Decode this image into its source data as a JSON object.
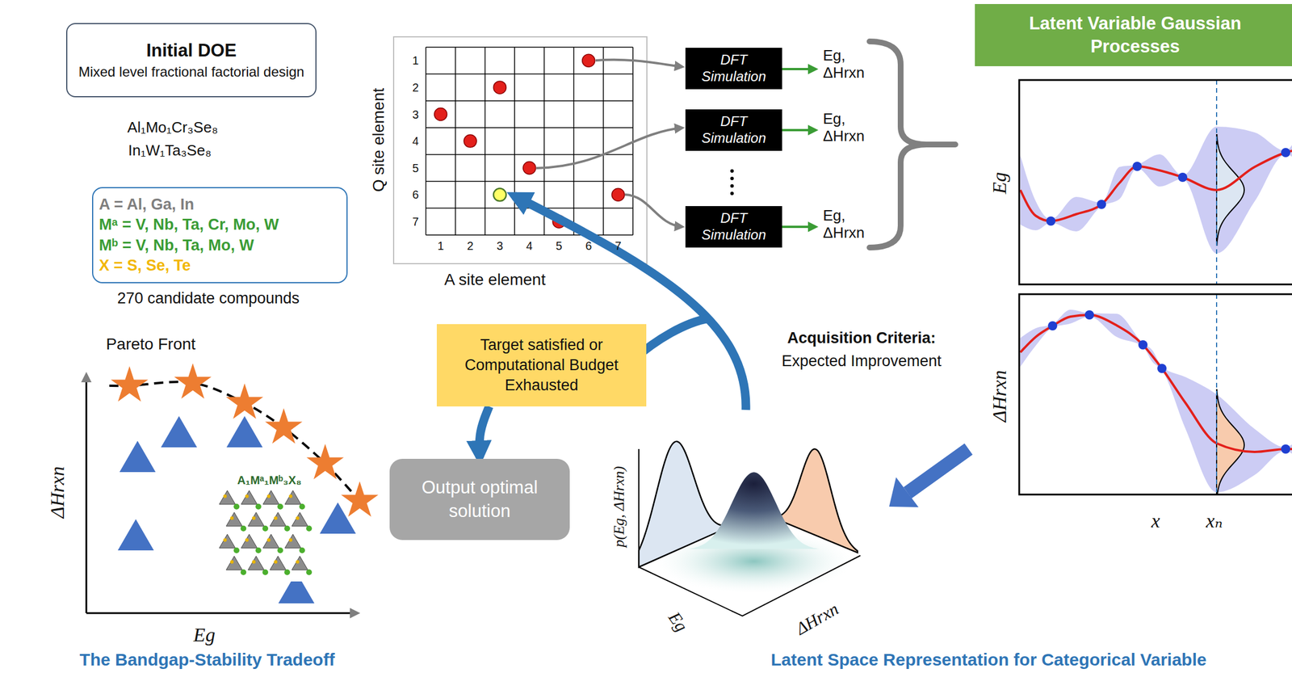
{
  "diagram": {
    "nodes": [
      {
        "text": [
          "Initial DOE",
          "Mixed level fractional factorial design"
        ]
      },
      {
        "text": [
          "A = Al, Ga, In",
          "Mᵃ = V, Nb, Ta, Cr, Mo, W",
          "Mᵇ = V, Nb, Ta, Mo, W",
          "X = S, Se, Te"
        ]
      },
      {
        "text": [
          "DFT Simulation"
        ]
      },
      {
        "text": [
          "DFT Simulation"
        ]
      },
      {
        "text": [
          "DFT Simulation"
        ]
      },
      {
        "text": [
          "Latent Variable Gaussian Processes"
        ]
      },
      {
        "text": [
          "Target satisfied or Computational Budget Exhausted"
        ]
      },
      {
        "text": [
          "Output optimal solution"
        ]
      }
    ],
    "edges": [
      {
        "from": 6,
        "to": 7,
        "arrow": "to"
      }
    ],
    "labels": [
      "Al₁Mo₁Cr₃Se₈",
      "In₁W₁Ta₃Se₈",
      "270 candidate compounds",
      "Pareto Front",
      "A₁Mᵃ₁Mᵇ₃X₈",
      "ΔHrxn",
      "Eg",
      "The Bandgap-Stability Tradeoff",
      "1",
      "2",
      "3",
      "4",
      "5",
      "6",
      "7",
      "1",
      "2",
      "3",
      "4",
      "5",
      "6",
      "7",
      "Q site element",
      "A site element",
      "Eg, ΔHrxn",
      "Eg, ΔHrxn",
      "Eg, ΔHrxn",
      "Eg",
      "ΔHrxn",
      "x",
      "xₙ",
      "Acquisition Criteria:",
      "Expected Improvement",
      "p(Eg, ΔHrxn)",
      "Eg",
      "ΔHrxn",
      "Latent Space Representation for Categorical Variable"
    ]
  }
}
